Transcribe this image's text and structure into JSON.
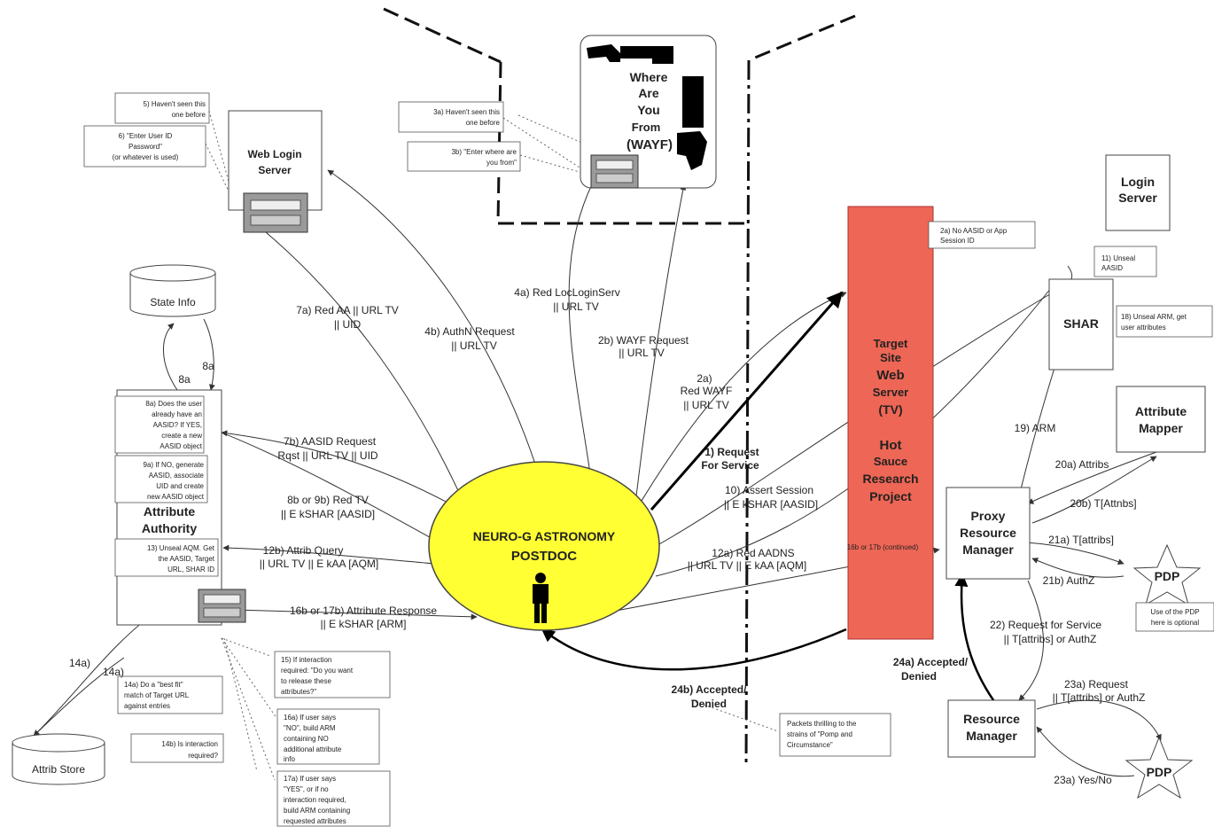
{
  "nodes": {
    "web_login_server": [
      "Web Login",
      "Server"
    ],
    "wayf": [
      "Where",
      "Are",
      "You",
      "From",
      "(WAYF)"
    ],
    "login_server": [
      "Login",
      "Server"
    ],
    "state_info": "State Info",
    "attrib_store": "Attrib Store",
    "attribute_authority": [
      "Attribute",
      "Authority"
    ],
    "target_site": [
      "Target",
      "Site",
      "Web",
      "Server",
      "(TV)",
      "Hot",
      "Sauce",
      "Research",
      "Project"
    ],
    "shar": "SHAR",
    "attribute_mapper": [
      "Attribute",
      "Mapper"
    ],
    "proxy_rm": [
      "Proxy",
      "Resource",
      "Manager"
    ],
    "resource_manager": [
      "Resource",
      "Manager"
    ],
    "pdp": "PDP",
    "postdoc": [
      "NEURO-G ASTRONOMY",
      "POSTDOC"
    ]
  },
  "notes": {
    "n5": [
      "5) Haven't seen this",
      "one before"
    ],
    "n6": [
      "6) \"Enter User ID",
      "Password\"",
      "(or whatever is used)"
    ],
    "n3a": [
      "3a) Haven't seen this",
      "one before"
    ],
    "n3b": [
      "3b) \"Enter where are",
      "you from\""
    ],
    "n2a": [
      "2a) No AASID or App",
      "Session ID"
    ],
    "n11": [
      "11) Unseal",
      "AASID"
    ],
    "n18": [
      "18) Unseal ARM, get",
      "user attributes"
    ],
    "n8a": [
      "8a) Does the user",
      "already have an",
      "AASID? If YES,",
      "create a new",
      "AASID object"
    ],
    "n9a": [
      "9a) If NO, generate",
      "AASID, associate",
      "UID and create",
      "new AASID object"
    ],
    "n13": [
      "13) Unseal AQM. Get",
      "the AASID, Target",
      "URL, SHAR ID"
    ],
    "n15": [
      "15) If interaction",
      "required: \"Do you want",
      "to release these",
      "attributes?\""
    ],
    "n14a": [
      "14a) Do a \"best fit\"",
      "match of Target URL",
      "against entries"
    ],
    "n14b": [
      "14b) Is interaction",
      "required?"
    ],
    "n16a": [
      "16a) If user says",
      "\"NO\", build ARM",
      "containing NO",
      "additional attribute",
      "info"
    ],
    "n17a": [
      "17a) If user says",
      "\"YES\", or if no",
      "interaction required,",
      "build ARM containing",
      "requested attributes"
    ],
    "npdp": [
      "Use of the PDP",
      "here is optional"
    ],
    "npacket": [
      "Packets thrilling to the",
      "strains of \"Pomp and",
      "Circumstance\""
    ]
  },
  "labels": {
    "l7a": [
      "7a) Red AA || URL TV",
      "|| UID"
    ],
    "l4b": [
      "4b) AuthN Request",
      "|| URL TV"
    ],
    "l4a": [
      "4a) Red LocLoginServ",
      "|| URL TV"
    ],
    "l2b": [
      "2b) WAYF Request",
      "|| URL TV"
    ],
    "l2a": [
      "2a)",
      "Red WAYF",
      "|| URL TV"
    ],
    "l1": [
      "1) Request",
      "For Service"
    ],
    "l10": [
      "10) Assert Session",
      "|| E kSHAR [AASID]"
    ],
    "l12a": [
      "12a) Red AADNS",
      "|| URL TV || E kAA [AQM]"
    ],
    "l16c": "16b or 17b (continued)",
    "l7b": [
      "7b) AASID Request",
      "Rqst || URL TV || UID"
    ],
    "l8b": [
      "8b or 9b) Red TV",
      "|| E kSHAR [AASID]"
    ],
    "l12b": [
      "12b) Attrib Query",
      "|| URL TV || E kAA [AQM]"
    ],
    "l16b": [
      "16b or 17b) Attribute Response",
      "|| E kSHAR [ARM]"
    ],
    "l24b": [
      "24b) Accepted/",
      "Denied"
    ],
    "l24a": [
      "24a) Accepted/",
      "Denied"
    ],
    "l19": "19) ARM",
    "l20a": "20a) Attribs",
    "l20b": "20b) T[Attnbs]",
    "l21a": "21a) T[attribs]",
    "l21b": "21b) AuthZ",
    "l22": [
      "22) Request  for Service",
      "|| T[attribs] or AuthZ"
    ],
    "l23a": [
      "23a) Request",
      "|| T[attribs] or AuthZ"
    ],
    "l23y": "23a) Yes/No",
    "l8a1": "8a",
    "l8a2": "8a",
    "l14a1": "14a)",
    "l14a2": "14a)"
  },
  "colors": {
    "postdoc_fill": "#ffff33",
    "target_fill": "#ee6655",
    "line": "#333333"
  }
}
